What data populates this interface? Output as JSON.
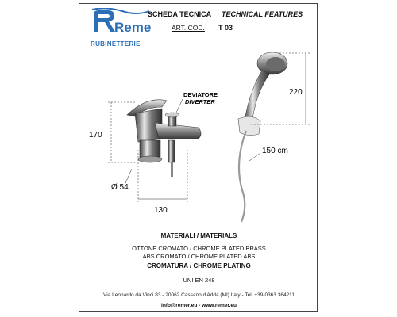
{
  "header": {
    "brand_name": "Remer",
    "brand_line": "RUBINETTERIE",
    "scheda": "SCHEDA TECNICA",
    "technical": "TECHNICAL FEATURES",
    "art_cod_label": "ART. COD.",
    "art_cod_value": "T 03"
  },
  "drawing": {
    "deviator_it": "DEVIATORE",
    "deviator_en": "DIVERTER",
    "dim_height": "170",
    "dim_diameter": "Ø 54",
    "dim_width": "130",
    "dim_shower_height": "220",
    "dim_hose": "150 cm"
  },
  "materials": {
    "title": "MATERIALI / MATERIALS",
    "line1": "OTTONE CROMATO / CHROME PLATED BRASS",
    "line2": "ABS CROMATO / CHROME PLATED ABS",
    "plating": "CROMATURA / CHROME PLATING",
    "standard": "UNI EN 248"
  },
  "footer": {
    "address": "Via Leonardo da Vinci 83 - 20062 Cassano d'Adda (MI) Italy - Tel. +39-0363 364211",
    "contacts": "info@remer.eu   -   www.remer.eu"
  },
  "colors": {
    "brand_blue": "#2d6fb6",
    "border": "#444444",
    "chrome_dark": "#5a5a5a"
  }
}
